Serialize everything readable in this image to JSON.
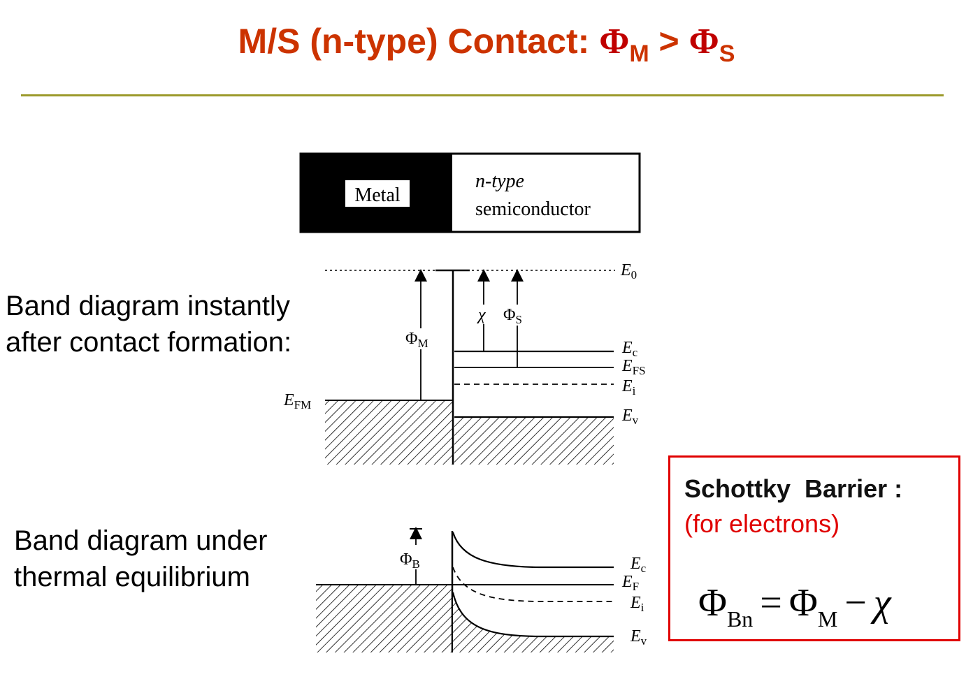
{
  "title": {
    "main": "M/S (n-type) Contact: ",
    "phi": "Φ",
    "sub_m": "M",
    "gt": " > ",
    "sub_s": "S"
  },
  "captions": {
    "first": "Band diagram instantly\nafter contact formation:",
    "second": "Band diagram under\nthermal equilibrium"
  },
  "block": {
    "metal": "Metal",
    "n_type": "n-type",
    "semiconductor": "semiconductor"
  },
  "diagram1": {
    "e0": "E",
    "e0_sub": "0",
    "phi_m": "Φ",
    "phi_m_sub": "M",
    "chi": "χ",
    "phi_s": "Φ",
    "phi_s_sub": "S",
    "efm": "E",
    "efm_sub": "FM",
    "ec": "E",
    "ec_sub": "c",
    "efs": "E",
    "efs_sub": "FS",
    "ei": "E",
    "ei_sub": "i",
    "ev": "E",
    "ev_sub": "v"
  },
  "diagram2": {
    "phi_b": "Φ",
    "phi_b_sub": "B",
    "ec": "E",
    "ec_sub": "c",
    "ef": "E",
    "ef_sub": "F",
    "ei": "E",
    "ei_sub": "i",
    "ev": "E",
    "ev_sub": "v"
  },
  "box": {
    "title": "Schottky  Barrier :",
    "subtitle": "(for electrons)",
    "f_phi1": "Φ",
    "f_sub1": "Bn",
    "f_eq": "=",
    "f_phi2": "Φ",
    "f_sub2": "M",
    "f_minus": "−",
    "f_chi": "χ"
  },
  "colors": {
    "title": "#cc3300",
    "phi": "#c00000",
    "rule": "#9c9a2c",
    "box_border": "#e00000"
  }
}
